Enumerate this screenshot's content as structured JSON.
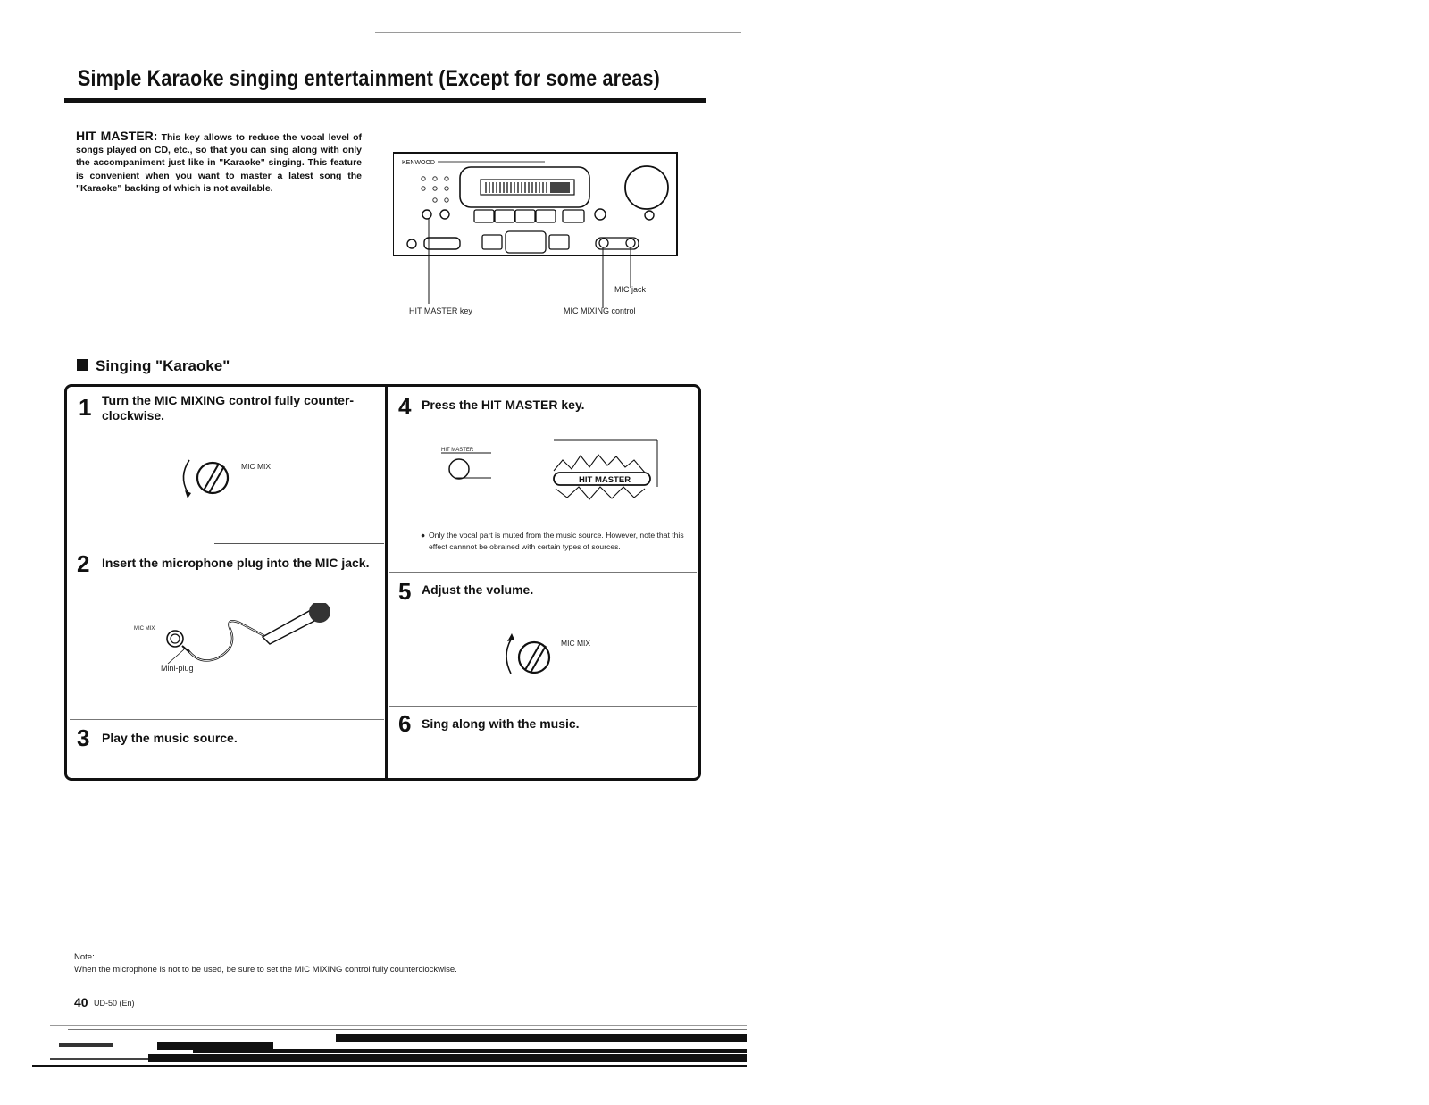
{
  "page": {
    "title": "Simple Karaoke singing entertainment (Except for some areas)",
    "hit_master": {
      "lead": "HIT MASTER:",
      "body": "This key allows to reduce the vocal level of songs played on CD, etc., so that you can sing along with only the accompaniment just like in \"Karaoke\" singing. This feature is convenient when you want to master a latest song the \"Karaoke\" backing of which is not available."
    },
    "diagram": {
      "brand": "KENWOOD",
      "labels": {
        "mic_jack": "MIC jack",
        "hit_master_key": "HIT MASTER key",
        "mic_mixing_control": "MIC MIXING control"
      }
    },
    "section_heading": "Singing \"Karaoke\"",
    "steps": [
      {
        "num": "1",
        "text": "Turn the MIC MIXING control fully counter-clockwise.",
        "figure_label": "MIC MIX"
      },
      {
        "num": "2",
        "text": "Insert the microphone plug into the MIC jack.",
        "figure_label": "MIC MIX",
        "plug_label": "Mini-plug"
      },
      {
        "num": "3",
        "text": "Play the music source."
      },
      {
        "num": "4",
        "text": "Press the HIT MASTER key.",
        "figure_label": "HIT MASTER",
        "display_label": "HIT MASTER",
        "note": "Only the vocal part is muted from the music source. However, note that this effect cannnot be obrained with certain types of sources."
      },
      {
        "num": "5",
        "text": "Adjust the volume.",
        "figure_label": "MIC MIX"
      },
      {
        "num": "6",
        "text": "Sing along with the music."
      }
    ],
    "note": {
      "heading": "Note:",
      "text": "When the microphone is not to be used, be sure to set the MIC MIXING control fully counterclockwise."
    },
    "footer": {
      "page_number": "40",
      "model": "UD-50 (En)"
    }
  }
}
